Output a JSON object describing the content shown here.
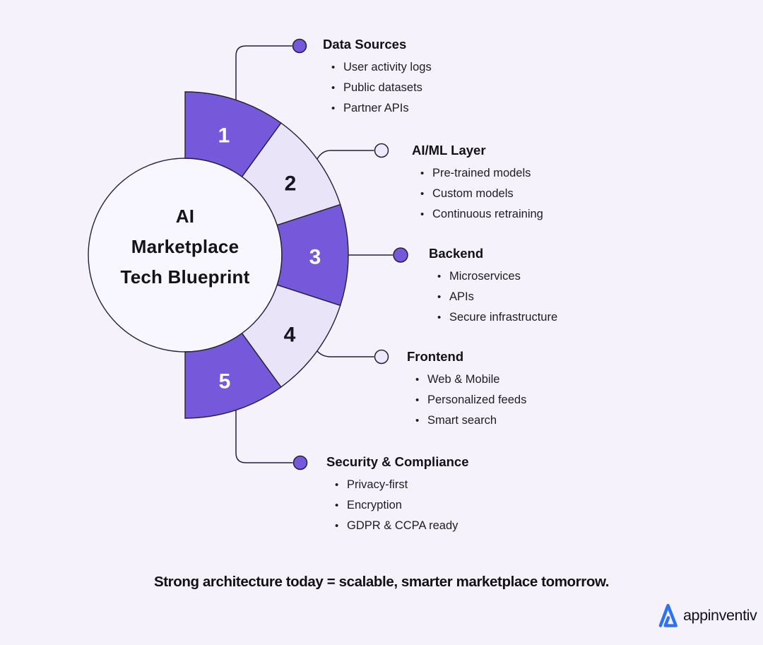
{
  "colors": {
    "background": "#F5F2FC",
    "purple": "#7658DB",
    "purple-light": "#E9E4F8",
    "dot-hollow": "#EDE9FA",
    "circle-fill": "#F8F6FE",
    "stroke": "#26203A",
    "text": "#17171C",
    "logo-blue": "#2D72F5"
  },
  "center": {
    "lines": [
      "AI",
      "Marketplace",
      "Tech Blueprint"
    ]
  },
  "sections": [
    {
      "number": "1",
      "title": "Data Sources",
      "items": [
        "User activity logs",
        "Public datasets",
        "Partner APIs"
      ]
    },
    {
      "number": "2",
      "title": "AI/ML Layer",
      "items": [
        "Pre-trained models",
        "Custom models",
        "Continuous retraining"
      ]
    },
    {
      "number": "3",
      "title": "Backend",
      "items": [
        "Microservices",
        "APIs",
        "Secure infrastructure"
      ]
    },
    {
      "number": "4",
      "title": "Frontend",
      "items": [
        "Web & Mobile",
        "Personalized feeds",
        "Smart search"
      ]
    },
    {
      "number": "5",
      "title": "Security & Compliance",
      "items": [
        "Privacy-first",
        "Encryption",
        "GDPR & CCPA ready"
      ]
    }
  ],
  "tagline": "Strong architecture today = scalable, smarter marketplace tomorrow.",
  "logo": {
    "text": "appinventiv"
  }
}
